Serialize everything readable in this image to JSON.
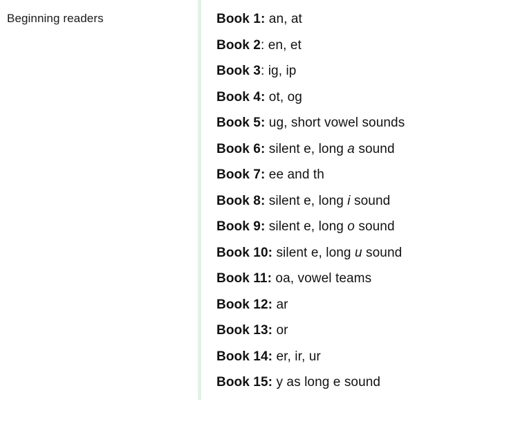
{
  "page": {
    "background_color": "#ffffff",
    "text_color": "#121212"
  },
  "left_column": {
    "category_label": "Beginning readers"
  },
  "divider": {
    "color": "#e2f2e8",
    "orientation": "vertical"
  },
  "book_list": {
    "items": [
      {
        "label": "Book 1",
        "separator": ":",
        "separator_bold": true,
        "description": "an, at"
      },
      {
        "label": "Book 2",
        "separator": ":",
        "separator_bold": false,
        "description": "en, et"
      },
      {
        "label": "Book 3",
        "separator": ":",
        "separator_bold": false,
        "description": "ig, ip"
      },
      {
        "label": "Book 4",
        "separator": ":",
        "separator_bold": true,
        "description": "ot, og"
      },
      {
        "label": "Book 5",
        "separator": ":",
        "separator_bold": true,
        "description": "ug, short vowel sounds"
      },
      {
        "label": "Book 6",
        "separator": ":",
        "separator_bold": true,
        "description": "silent e, long a sound",
        "italic_word": "a"
      },
      {
        "label": "Book 7",
        "separator": ":",
        "separator_bold": true,
        "description": "ee and th"
      },
      {
        "label": "Book 8",
        "separator": ":",
        "separator_bold": true,
        "description": "silent e, long i sound",
        "italic_word": "i"
      },
      {
        "label": "Book 9",
        "separator": ":",
        "separator_bold": true,
        "description": "silent e, long o sound",
        "italic_word": "o"
      },
      {
        "label": "Book 10",
        "separator": ":",
        "separator_bold": true,
        "description": "silent e, long u sound",
        "italic_word": "u"
      },
      {
        "label": "Book 11",
        "separator": ":",
        "separator_bold": true,
        "description": "oa, vowel teams"
      },
      {
        "label": "Book 12",
        "separator": ":",
        "separator_bold": true,
        "description": "ar"
      },
      {
        "label": "Book 13",
        "separator": ":",
        "separator_bold": true,
        "description": "or"
      },
      {
        "label": "Book 14",
        "separator": ":",
        "separator_bold": true,
        "description": "er, ir, ur"
      },
      {
        "label": "Book 15",
        "separator": ":",
        "separator_bold": true,
        "description": "y as long e sound"
      }
    ]
  }
}
